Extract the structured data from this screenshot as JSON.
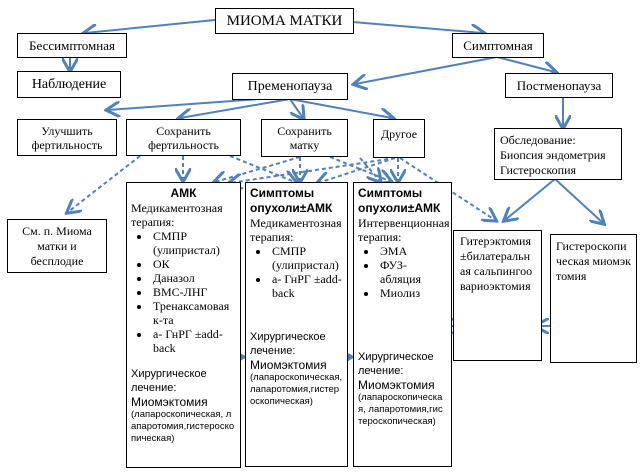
{
  "colors": {
    "arrow": "#4f81bd"
  },
  "title": "МИОМА МАТКИ",
  "asymptomatic": "Бессимптомная",
  "observation": "Наблюдение",
  "symptomatic": "Симптомная",
  "premenopause": "Пременопауза",
  "postmenopause": "Постменопауза",
  "improve_fertility": "Улучшить фертильность",
  "preserve_fertility": "Сохранить фертильность",
  "preserve_uterus": "Сохранить матку",
  "other": "Другое",
  "examination": {
    "title": "Обследование:",
    "lines": [
      "Биопсия эндометрия",
      "Гистероскопия"
    ]
  },
  "see_also": "См. п. Миома матки и бесплодие",
  "col1": {
    "heading": "АМК",
    "subheading": "Медикаментозная терапия:",
    "items": [
      "СМПР (улипристал)",
      "ОК",
      "Даназол",
      "ВМС-ЛНГ",
      "Тренаксамовая к-та",
      "а- ГнРГ ±add-back"
    ],
    "surgery": "Хирургическое лечение:",
    "procedure": "Миомэктомия",
    "details": "(лапароскопическая, лапаротомия,гистероскопическая)"
  },
  "col2": {
    "heading": "Симптомы опухоли±АМК",
    "subheading": "Медикаментозная терапия:",
    "items": [
      "СМПР (улипристал)",
      "а- ГнРГ ±add-back"
    ],
    "surgery": "Хирургическое лечение:",
    "procedure": "Миомэктомия",
    "details": "(лапароскопическая, лапаротомия,гистероскопическая)"
  },
  "col3": {
    "heading": "Симптомы опухоли±АМК",
    "subheading": "Интервенционная терапия:",
    "items": [
      "ЭМА",
      "ФУЗ-абляция",
      "Миолиз"
    ],
    "surgery": "Хирургическое лечение:",
    "procedure": "Миомэктомия",
    "details": "(лапароскопическая, лапаротомия,гистероскопическая)"
  },
  "hysterectomy": "Гитерэктомия ±билатеральная сальпингоовариоэктомия",
  "hysteroscopic": "Гистероскопическая миомэктомия"
}
